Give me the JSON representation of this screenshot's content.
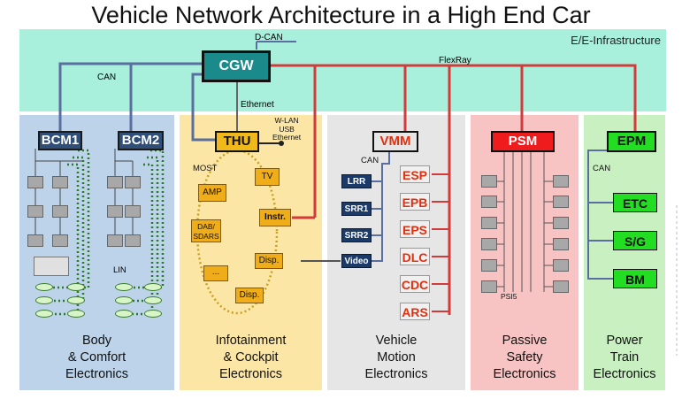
{
  "title": "Vehicle Network Architecture in a High End Car",
  "infrastructure": {
    "label": "E/E-Infrastructure"
  },
  "buses": {
    "dcan": "D-CAN",
    "can": "CAN",
    "flexray": "FlexRay",
    "ethernet": "Ethernet",
    "most": "MOST",
    "lin": "LIN",
    "psi5": "PSI5",
    "thu_links": [
      "W-LAN",
      "USB",
      "Ethernet"
    ]
  },
  "gateway": {
    "label": "CGW"
  },
  "domains": [
    {
      "key": "body",
      "lines": [
        "Body",
        "& Comfort",
        "Electronics"
      ],
      "color": "#bcd3ea"
    },
    {
      "key": "info",
      "lines": [
        "Infotainment",
        "& Cockpit",
        "Electronics"
      ],
      "color": "#fbe6a6"
    },
    {
      "key": "vehicle",
      "lines": [
        "Vehicle",
        "Motion",
        "Electronics"
      ],
      "color": "#e6e6e6"
    },
    {
      "key": "passive",
      "lines": [
        "Passive",
        "Safety",
        "Electronics"
      ],
      "color": "#f7c3c3"
    },
    {
      "key": "power",
      "lines": [
        "Power",
        "Train",
        "Electronics"
      ],
      "color": "#c8f0c0"
    }
  ],
  "ecus": {
    "bcm1": "BCM1",
    "bcm2": "BCM2",
    "thu": "THU",
    "vmm": "VMM",
    "psm": "PSM",
    "epm": "EPM"
  },
  "infotainment_nodes": {
    "amp": "AMP",
    "tv": "TV",
    "dab": "DAB/ SDARS",
    "instr": "Instr.",
    "disp1": "Disp.",
    "more": "...",
    "disp2": "Disp."
  },
  "vmm_satellites": [
    "ESP",
    "EPB",
    "EPS",
    "DLC",
    "CDC",
    "ARS"
  ],
  "sensors": [
    "LRR",
    "SRR1",
    "SRR2",
    "Video"
  ],
  "epm_satellites": [
    "ETC",
    "S/G",
    "BM"
  ],
  "colors": {
    "can": "#5a6fa0",
    "flexray": "#d13b3b",
    "most": "#c8a020",
    "lin": "#2a7a2a",
    "ecu_dark": "#2f4e78",
    "thu": "#f0b818",
    "vmm": "#e6e6e6",
    "psm": "#ee1c1c",
    "epm": "#22dd22",
    "cgw": "#1a8a8a"
  }
}
